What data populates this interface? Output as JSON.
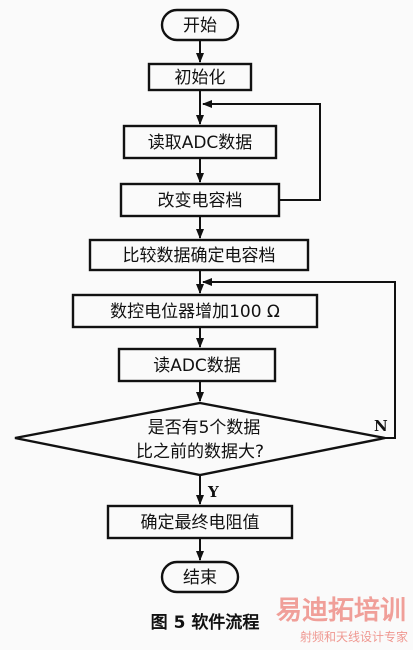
{
  "nodes": {
    "start": "开始",
    "init": "初始化",
    "read_adc": "读取ADC数据",
    "change_cap": "改变电容档",
    "compare": "比较数据确定电容档",
    "pot_increase": "数控电位器增加100 Ω",
    "read_adc2": "读ADC数据",
    "decision_line1": "是否有5个数据",
    "decision_line2": "比之前的数据大?",
    "final_res": "确定最终电阻值",
    "end": "结束"
  },
  "labels": {
    "yes": "Y",
    "no": "N"
  },
  "caption": "图 5  软件流程",
  "watermark": {
    "brand": "易迪拓培训",
    "tagline": "射频和天线设计专家"
  }
}
